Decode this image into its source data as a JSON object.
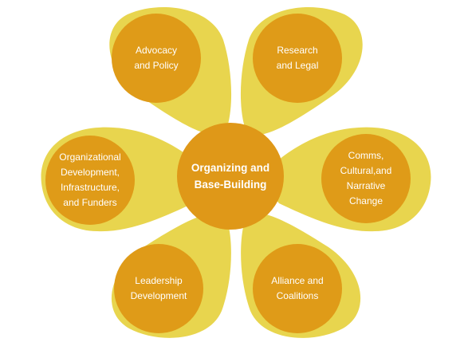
{
  "colors": {
    "petal": "#e8d54e",
    "circle": "#df9b18",
    "center": "#df9818",
    "text": "#ffffff",
    "background": "#ffffff"
  },
  "center": {
    "lines": [
      "Organizing and",
      "Base-Building"
    ]
  },
  "petals": [
    {
      "id": "advocacy",
      "lines": [
        "Advocacy",
        "and Policy"
      ]
    },
    {
      "id": "research",
      "lines": [
        "Research",
        "and Legal"
      ]
    },
    {
      "id": "comms",
      "lines": [
        "Comms,",
        "Cultural,and",
        "Narrative",
        "Change"
      ]
    },
    {
      "id": "alliance",
      "lines": [
        "Alliance and",
        "Coalitions"
      ]
    },
    {
      "id": "leadership",
      "lines": [
        "Leadership",
        "Development"
      ]
    },
    {
      "id": "organizational",
      "lines": [
        "Organizational",
        "Development,",
        "Infrastructure,",
        "and Funders"
      ]
    }
  ]
}
